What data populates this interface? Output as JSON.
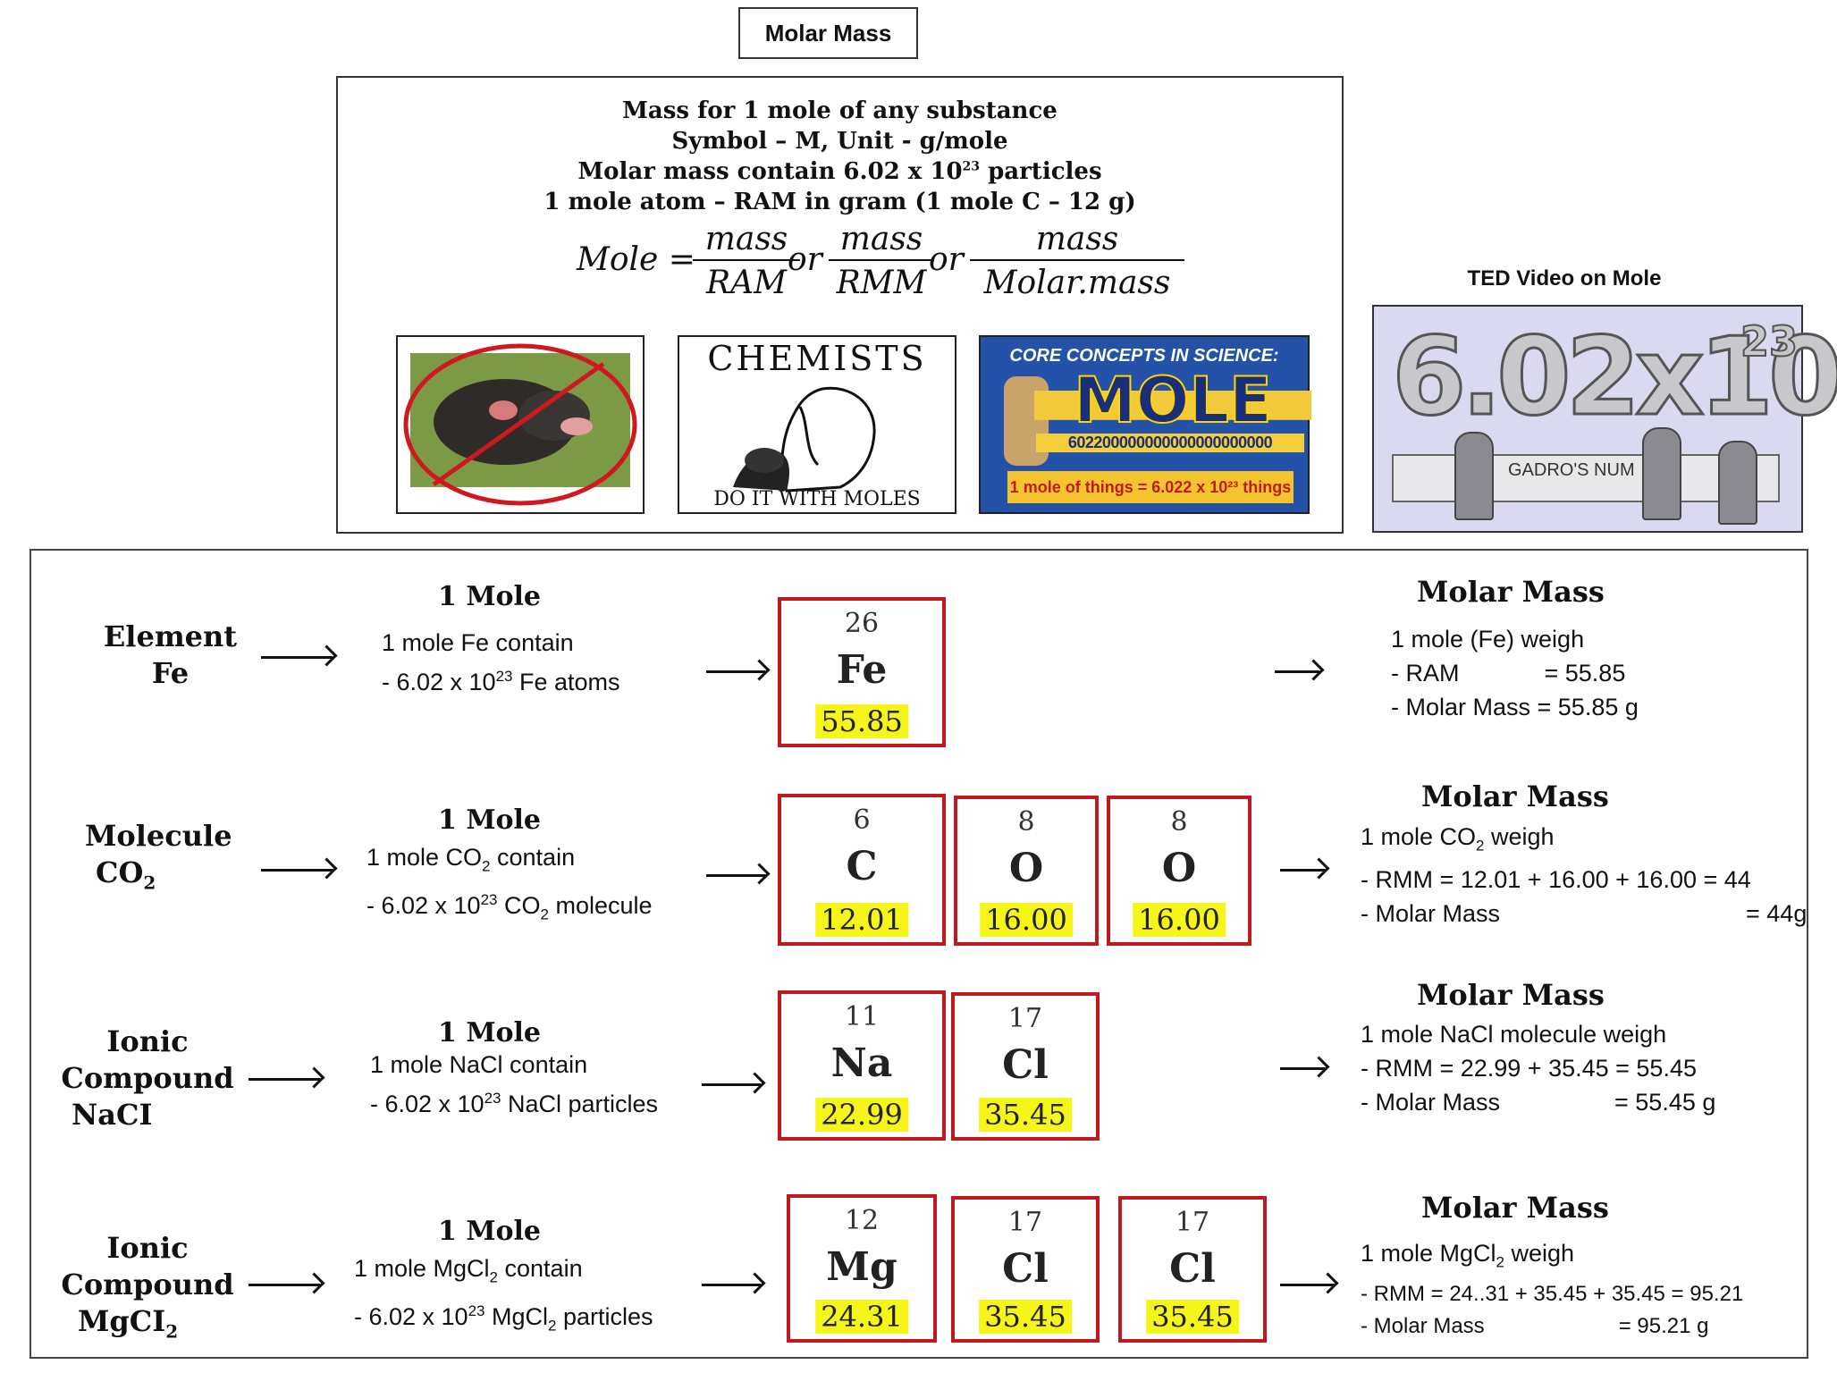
{
  "title": "Molar Mass",
  "definition": {
    "line1": "Mass for 1 mole of any substance",
    "line2": "Symbol  – M, Unit -  g/mole",
    "line3_pre": "Molar mass contain  6.02 x 10",
    "line3_sup": "23",
    "line3_post": "  particles",
    "line4": "1 mole atom – RAM in gram (1 mole C – 12 g)"
  },
  "formula": {
    "lhs": "Mole =",
    "f1_num": "mass",
    "f1_den": "RAM",
    "or1": "or",
    "f2_num": "mass",
    "f2_den": "RMM",
    "or2": "or",
    "f3_num": "mass",
    "f3_den": "Molar.mass"
  },
  "images": {
    "chemists_top": "CHEMISTS",
    "chemists_bottom": "DO IT WITH MOLES",
    "core_concepts": "CORE CONCEPTS IN SCIENCE:",
    "mole_word": "MOLE",
    "mole_digits": "602200000000000000000000",
    "mole_things": "1 mole of things = 6.022 x 10²³ things"
  },
  "ted": {
    "label": "TED Video on Mole",
    "number": "6.02x10",
    "exponent": "23",
    "banner": "GADRO'S NUM"
  },
  "rows": [
    {
      "label_lines": [
        "Element",
        "Fe"
      ],
      "mole_head": "1 Mole",
      "elements": [
        {
          "z": "26",
          "sym": "Fe",
          "mass": "55.85"
        }
      ],
      "mm_head": "Molar Mass"
    },
    {
      "label_lines": [
        "Molecule",
        "CO"
      ],
      "mole_head": "1 Mole",
      "elements": [
        {
          "z": "6",
          "sym": "C",
          "mass": "12.01"
        },
        {
          "z": "8",
          "sym": "O",
          "mass": "16.00"
        },
        {
          "z": "8",
          "sym": "O",
          "mass": "16.00"
        }
      ],
      "mm_head": "Molar Mass"
    },
    {
      "label_lines": [
        "Ionic",
        "Compound",
        "NaCI"
      ],
      "mole_head": "1 Mole",
      "elements": [
        {
          "z": "11",
          "sym": "Na",
          "mass": "22.99"
        },
        {
          "z": "17",
          "sym": "Cl",
          "mass": "35.45"
        }
      ],
      "mm_head": "Molar Mass"
    },
    {
      "label_lines": [
        "Ionic",
        "Compound",
        "MgCI"
      ],
      "mole_head": "1 Mole",
      "elements": [
        {
          "z": "12",
          "sym": "Mg",
          "mass": "24.31"
        },
        {
          "z": "17",
          "sym": "Cl",
          "mass": "35.45"
        },
        {
          "z": "17",
          "sym": "Cl",
          "mass": "35.45"
        }
      ],
      "mm_head": "Molar Mass"
    }
  ],
  "text": {
    "fe_mole_1": "1 mole Fe contain",
    "fe_mole_2a": "- 6.02 x 10",
    "fe_mole_2sup": "23",
    "fe_mole_2b": " Fe atoms",
    "fe_mm_1": "1 mole (Fe) weigh",
    "fe_mm_2a": "- RAM",
    "fe_mm_2b": "= 55.85",
    "fe_mm_3": "- Molar Mass   = 55.85 g",
    "co2_mole_1a": "1 mole CO",
    "co2_mole_1sub": "2",
    "co2_mole_1b": " contain",
    "co2_mole_2a": "- 6.02 x 10",
    "co2_mole_2sup": "23",
    "co2_mole_2b": " CO",
    "co2_mole_2sub": "2",
    "co2_mole_2c": "  molecule",
    "co2_mm_1a": "1 mole CO",
    "co2_mm_1sub": "2",
    "co2_mm_1b": " weigh",
    "co2_mm_2": "- RMM = 12.01 + 16.00 + 16.00 = 44",
    "co2_mm_3a": "- Molar Mass",
    "co2_mm_3b": "= 44g",
    "co2_label_sub": "2",
    "nacl_mole_1": "1 mole NaCl contain",
    "nacl_mole_2a": "- 6.02 x 10",
    "nacl_mole_2sup": "23",
    "nacl_mole_2b": " NaCl  particles",
    "nacl_mm_1": "1 mole NaCl molecule weigh",
    "nacl_mm_2": "- RMM = 22.99 + 35.45 = 55.45",
    "nacl_mm_3a": "- Molar Mass",
    "nacl_mm_3b": "= 55.45 g",
    "mgcl_mole_1a": "1 mole MgCl",
    "mgcl_mole_1sub": "2",
    "mgcl_mole_1b": " contain",
    "mgcl_mole_2a": "- 6.02 x 10",
    "mgcl_mole_2sup": "23",
    "mgcl_mole_2b": " MgCl",
    "mgcl_mole_2sub": "2",
    "mgcl_mole_2c": " particles",
    "mgcl_mm_1a": "1 mole MgCl",
    "mgcl_mm_1sub": "2",
    "mgcl_mm_1b": " weigh",
    "mgcl_mm_2": "- RMM = 24..31 + 35.45 + 35.45 = 95.21",
    "mgcl_mm_3a": "- Molar Mass",
    "mgcl_mm_3b": "= 95.21 g",
    "mgcl_label_sub": "2"
  },
  "colors": {
    "element_border": "#c0181f",
    "highlight": "#f5f51a",
    "ted_bg": "#d9d9f0"
  }
}
